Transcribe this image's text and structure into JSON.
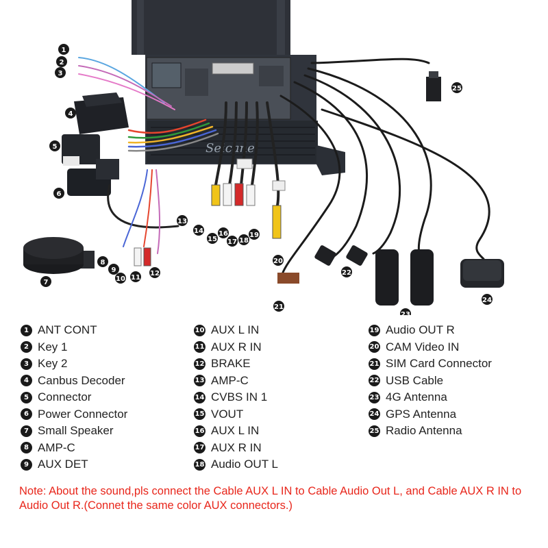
{
  "watermark": "Seicane",
  "legend": {
    "col1": [
      {
        "num": "1",
        "label": "ANT CONT"
      },
      {
        "num": "2",
        "label": "Key 1"
      },
      {
        "num": "3",
        "label": "Key 2"
      },
      {
        "num": "4",
        "label": "Canbus Decoder"
      },
      {
        "num": "5",
        "label": "Connector"
      },
      {
        "num": "6",
        "label": "Power Connector"
      },
      {
        "num": "7",
        "label": "Small Speaker"
      },
      {
        "num": "8",
        "label": "AMP-C"
      },
      {
        "num": "9",
        "label": "AUX DET"
      }
    ],
    "col2": [
      {
        "num": "10",
        "label": "AUX L IN"
      },
      {
        "num": "11",
        "label": "AUX R IN"
      },
      {
        "num": "12",
        "label": "BRAKE"
      },
      {
        "num": "13",
        "label": "AMP-C"
      },
      {
        "num": "14",
        "label": "CVBS IN 1"
      },
      {
        "num": "15",
        "label": "VOUT"
      },
      {
        "num": "16",
        "label": "AUX L IN"
      },
      {
        "num": "17",
        "label": "AUX R IN"
      },
      {
        "num": "18",
        "label": "Audio OUT L"
      }
    ],
    "col3": [
      {
        "num": "19",
        "label": "Audio OUT R"
      },
      {
        "num": "20",
        "label": "CAM Video IN"
      },
      {
        "num": "21",
        "label": "SIM Card Connector"
      },
      {
        "num": "22",
        "label": "USB Cable"
      },
      {
        "num": "23",
        "label": "4G Antenna"
      },
      {
        "num": "24",
        "label": "GPS Antenna"
      },
      {
        "num": "25",
        "label": "Radio Antenna"
      }
    ]
  },
  "note": "Note: About the sound,pls connect the Cable AUX L IN to Cable Audio Out L, and Cable AUX R IN to  Audio Out R.(Connet the same color AUX connectors.)",
  "markers": [
    "1",
    "2",
    "3",
    "4",
    "5",
    "6",
    "7",
    "8",
    "9",
    "10",
    "11",
    "12",
    "13",
    "14",
    "15",
    "16",
    "17",
    "18",
    "19",
    "20",
    "21",
    "22",
    "23",
    "24",
    "25"
  ],
  "colors": {
    "badge": "#1a1a1a",
    "note": "#e8261b",
    "rca_red": "#d42a2a",
    "rca_yellow": "#f0c419",
    "rca_white": "#f4f4f4"
  }
}
